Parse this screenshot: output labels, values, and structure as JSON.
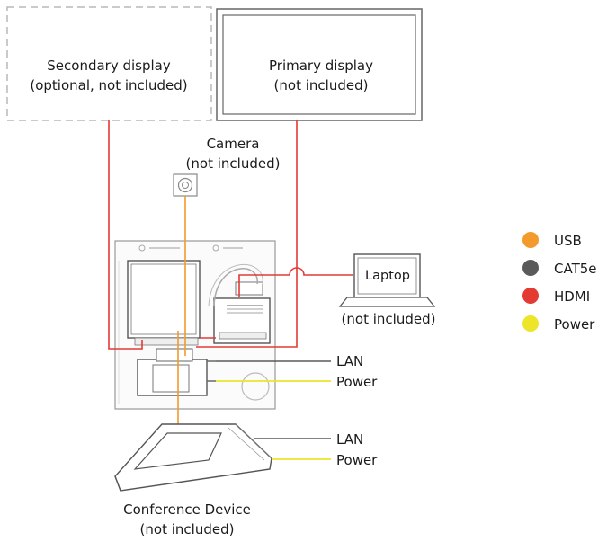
{
  "displays": {
    "secondary": {
      "line1": "Secondary display",
      "line2": "(optional, not included)"
    },
    "primary": {
      "line1": "Primary display",
      "line2": "(not included)"
    }
  },
  "camera": {
    "line1": "Camera",
    "line2": "(not included)"
  },
  "laptop": {
    "name": "Laptop",
    "note": "(not included)"
  },
  "hub_ports": {
    "lan": "LAN",
    "power": "Power"
  },
  "conference_device": {
    "ports": {
      "lan": "LAN",
      "power": "Power"
    },
    "line1": "Conference Device",
    "line2": "(not included)"
  },
  "legend": [
    {
      "label": "USB",
      "color": "#f39a2c"
    },
    {
      "label": "CAT5e",
      "color": "#5a5a5a"
    },
    {
      "label": "HDMI",
      "color": "#e33a34"
    },
    {
      "label": "Power",
      "color": "#ece52a"
    }
  ],
  "colors": {
    "usb": "#f39a2c",
    "cat5e": "#5a5a5a",
    "hdmi": "#e33a34",
    "power": "#ece52a"
  }
}
